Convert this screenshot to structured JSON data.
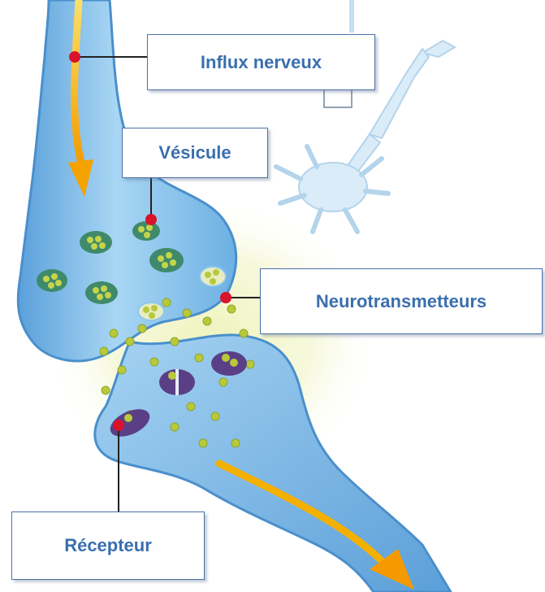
{
  "labels": {
    "influx": "Influx nerveux",
    "vesicule": "Vésicule",
    "neurotransmetteurs": "Neurotransmetteurs",
    "recepteur": "Récepteur"
  },
  "colors": {
    "neuron_body": "#8ec6ec",
    "neuron_edge": "#5a9ed6",
    "signal_arrow": "#f6b400",
    "vesicle": "#3f8a6a",
    "molecule": "#b9c93a",
    "receptor": "#5a3f86",
    "pointer_dot": "#d8132a",
    "label_text": "#3a6fae",
    "label_border": "#4a70a8"
  }
}
